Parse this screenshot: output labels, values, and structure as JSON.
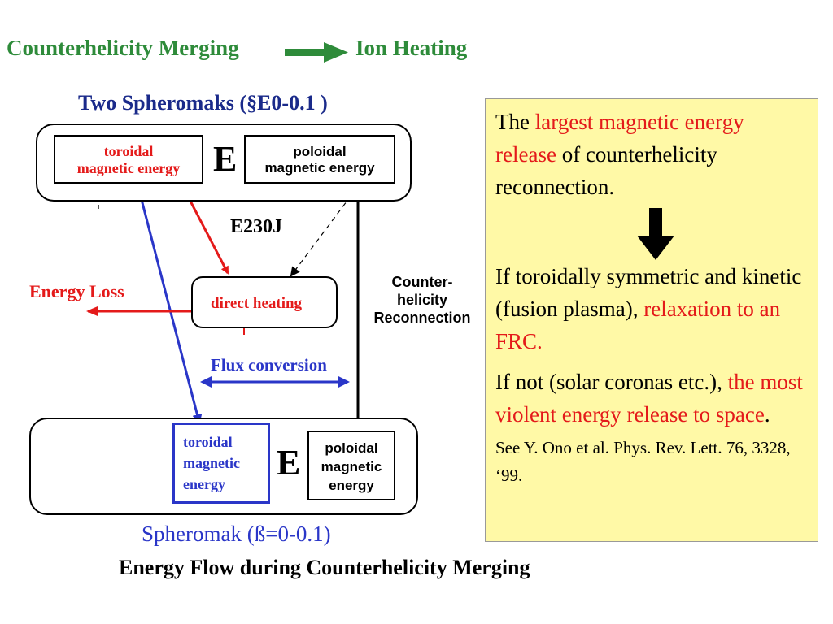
{
  "header": {
    "left": "Counterhelicity Merging",
    "right": "Ion Heating"
  },
  "diagram": {
    "heading": "Two Spheromaks (§E0-0.1 )",
    "top_box": {
      "toroidal_line1": "toroidal",
      "toroidal_line2": "magnetic energy",
      "E": "E",
      "poloidal_line1": "poloidal",
      "poloidal_line2": "magnetic energy"
    },
    "energy_label": "E230J",
    "direct_heating": "direct heating",
    "energy_loss": "Energy Loss",
    "flux_conversion": "Flux conversion",
    "reconnection_line1": "Counter-",
    "reconnection_line2": "helicity",
    "reconnection_line3": "Reconnection",
    "bottom_box": {
      "toroidal_line1": "toroidal",
      "toroidal_line2": "magnetic",
      "toroidal_line3": "energy",
      "E": "E",
      "poloidal_line1": "poloidal",
      "poloidal_line2": "magnetic",
      "poloidal_line3": "energy"
    },
    "bottom_label": "Spheromak (ß=0-0.1)",
    "caption": "Energy Flow during Counterhelicity Merging"
  },
  "panel": {
    "p1_a": "The ",
    "p1_b": "largest magnetic energy release",
    "p1_c": " of counterhelicity reconnection.",
    "p2_a": "If toroidally symmetric and kinetic (fusion plasma), ",
    "p2_b": "relaxation to an FRC.",
    "p3_a": "If not (solar coronas etc.), ",
    "p3_b": "the most violent energy release to space",
    "p3_c": ".",
    "reference": "See Y. Ono et al. Phys. Rev. Lett. 76, 3328, ‘99."
  },
  "colors": {
    "title_green": "#2e8b3a",
    "accent_red": "#e41a1a",
    "accent_blue": "#2a36c8",
    "heading_navy": "#1a2a8a",
    "panel_bg": "#fff9a6"
  }
}
